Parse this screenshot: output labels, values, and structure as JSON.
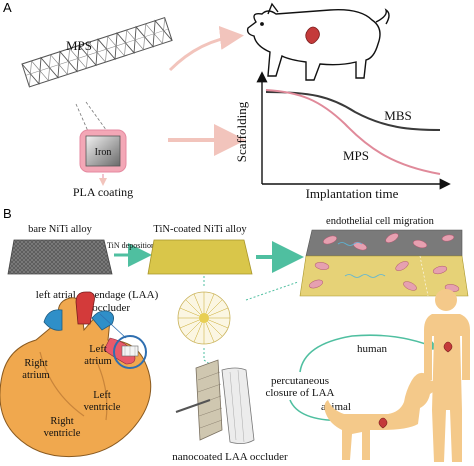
{
  "panel_a": {
    "panel_letter": "A",
    "stent_label": "MPS",
    "core_label": "Iron",
    "coating_label": "PLA coating",
    "chart": {
      "y_axis_label": "Scaffolding",
      "x_axis_label": "Implantation time",
      "series": [
        {
          "name": "MBS",
          "color": "#3a3a3a"
        },
        {
          "name": "MPS",
          "color": "#e08a9a"
        }
      ]
    }
  },
  "panel_b": {
    "panel_letter": "B",
    "bare_label": "bare NiTi alloy",
    "process_label": "TiN deposition",
    "coated_label": "TiN-coated NiTi alloy",
    "migration_label": "endothelial cell migration",
    "laa_label_line1": "left atrial appendage (LAA)",
    "laa_label_line2": "with occluder",
    "heart_labels": {
      "right_atrium_1": "Right",
      "right_atrium_2": "atrium",
      "left_atrium_1": "Left",
      "left_atrium_2": "atrium",
      "left_ventricle_1": "Left",
      "left_ventricle_2": "ventricle",
      "right_ventricle_1": "Right",
      "right_ventricle_2": "ventricle"
    },
    "occluder_label": "nanocoated LAA occluder",
    "closure_label_1": "percutaneous",
    "closure_label_2": "closure of LAA",
    "human_label": "human",
    "animal_label": "animal"
  },
  "colors": {
    "arrow_pink": "#f2c4bc",
    "arrow_teal": "#6fd3b8",
    "gray_plate": "#6e6e6e",
    "gold_plate": "#d9c64a",
    "skin": "#f4c98a"
  }
}
